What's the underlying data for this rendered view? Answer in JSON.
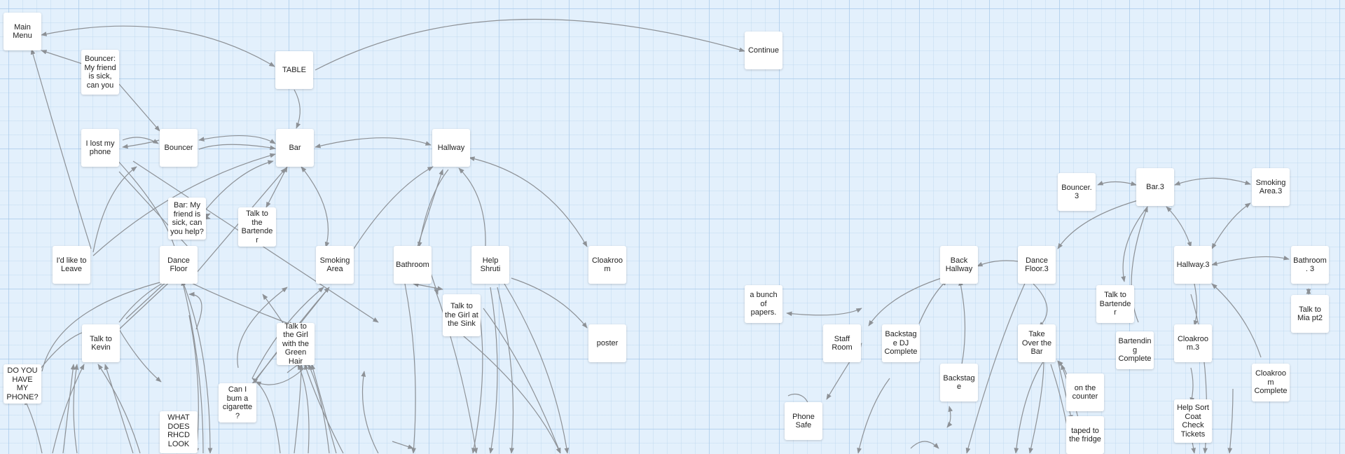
{
  "colors": {
    "background": "#e3f0fc",
    "node": "#ffffff",
    "edge": "#8d9196"
  },
  "nodes": {
    "main_menu": "Main Menu",
    "bouncer_friend_sick": "Bouncer: My friend is sick, can you",
    "table": "TABLE",
    "continue": "Continue",
    "lost_phone": "I lost my phone",
    "bouncer": "Bouncer",
    "bar": "Bar",
    "hallway": "Hallway",
    "bar_friend_sick": "Bar: My friend is sick, can you help?",
    "talk_bartender": "Talk to the Bartender",
    "leave": "I'd like to Leave",
    "dance_floor": "Dance Floor",
    "smoking_area": "Smoking Area",
    "bathroom": "Bathroom",
    "help_shruti": "Help Shruti",
    "cloakroom": "Cloakroo m",
    "talk_girl_sink": "Talk to the Girl at the Sink",
    "poster": "poster",
    "talk_kevin": "Talk to Kevin",
    "talk_girl_green_hair": "Talk to the Girl with the Green Hair",
    "do_you_have_phone": "DO YOU HAVE MY PHONE?",
    "what_does_rhcd_look": "WHAT DOES RHCD LOOK",
    "bum_cigarette": "Can I bum a cigarette?",
    "bouncer3": "Bouncer.3",
    "bar3": "Bar.3",
    "smoking_area3": "Smoking Area.3",
    "back_hallway": "Back Hallway",
    "dance_floor3": "Dance Floor.3",
    "hallway3": "Hallway.3",
    "bathroom3": "Bathroom. 3",
    "bunch_of_papers": "a bunch of papers.",
    "staff_room": "Staff Room",
    "backstage_dj_complete": "Backstag e DJ Complete",
    "take_over_bar": "Take Over the Bar",
    "talk_to_bartender3": "Talk to Bartender",
    "bartending_complete": "Bartendin g Complete",
    "cloakroom3": "Cloakroo m.3",
    "talk_mia_pt2": "Talk to Mia pt2",
    "backstage": "Backstag e",
    "on_the_counter": "on the counter",
    "cloakroom_complete": "Cloakroo m Complete",
    "phone_safe": "Phone Safe",
    "taped_to_fridge": "taped to the fridge",
    "help_sort_coat_tickets": "Help Sort Coat Check Tickets"
  }
}
